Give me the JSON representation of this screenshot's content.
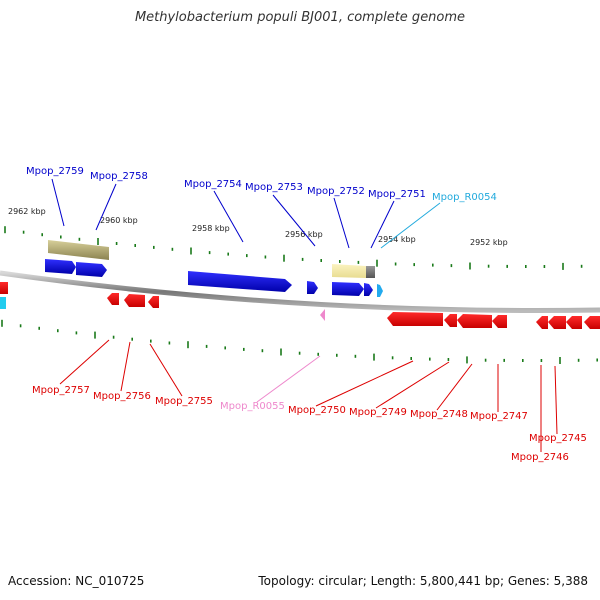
{
  "header": {
    "title": "Methylobacterium populi BJ001, complete genome"
  },
  "footer": {
    "accession": "Accession: NC_010725",
    "stats": "Topology: circular; Length: 5,800,441 bp; Genes: 5,388"
  },
  "colors": {
    "forward_cds": "#0000dd",
    "reverse_cds": "#ee0000",
    "forward_rna": "#22aaee",
    "reverse_rna": "#ee88cc",
    "backbone": "#888888",
    "tick": "#1a7a1a",
    "other_feature": "#b8b070"
  },
  "scale_labels": [
    "2962 kbp",
    "2960 kbp",
    "2958 kbp",
    "2956 kbp",
    "2954 kbp",
    "2952 kbp"
  ],
  "top_labels": [
    {
      "text": "Mpop_2759",
      "color": "#0000cc"
    },
    {
      "text": "Mpop_2758",
      "color": "#0000cc"
    },
    {
      "text": "Mpop_2754",
      "color": "#0000cc"
    },
    {
      "text": "Mpop_2753",
      "color": "#0000cc"
    },
    {
      "text": "Mpop_2752",
      "color": "#0000cc"
    },
    {
      "text": "Mpop_2751",
      "color": "#0000cc"
    },
    {
      "text": "Mpop_R0054",
      "color": "#22aadd"
    }
  ],
  "bottom_labels": [
    {
      "text": "Mpop_2757",
      "color": "#dd0000"
    },
    {
      "text": "Mpop_2756",
      "color": "#dd0000"
    },
    {
      "text": "Mpop_2755",
      "color": "#dd0000"
    },
    {
      "text": "Mpop_R0055",
      "color": "#ee88cc"
    },
    {
      "text": "Mpop_2750",
      "color": "#dd0000"
    },
    {
      "text": "Mpop_2749",
      "color": "#dd0000"
    },
    {
      "text": "Mpop_2748",
      "color": "#dd0000"
    },
    {
      "text": "Mpop_2747",
      "color": "#dd0000"
    },
    {
      "text": "Mpop_2745",
      "color": "#dd0000"
    },
    {
      "text": "Mpop_2746",
      "color": "#dd0000"
    }
  ]
}
